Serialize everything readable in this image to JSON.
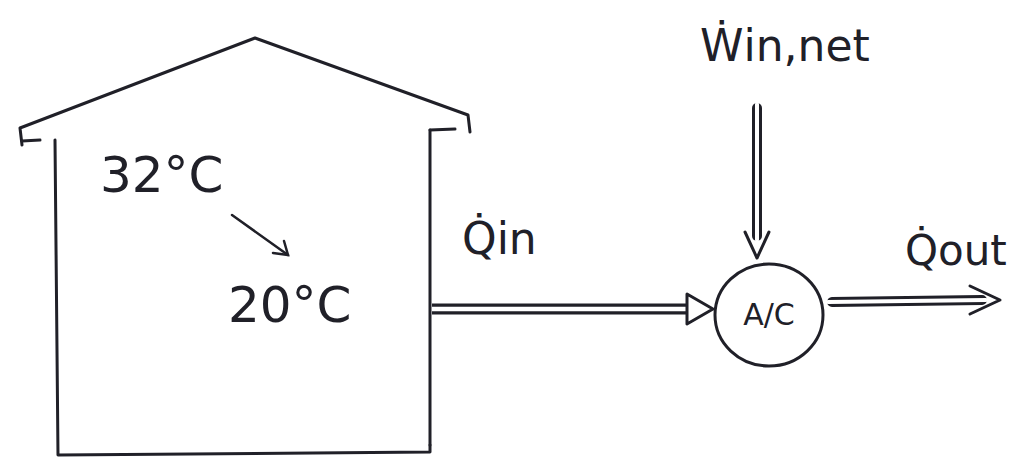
{
  "diagram": {
    "nodes": [
      {
        "text": [
          "32°C",
          "20°C"
        ]
      },
      {
        "text": [
          "A/C"
        ]
      }
    ],
    "edges": [
      {
        "from": 0,
        "to": 1,
        "label": "Q̇in",
        "arrow": "to"
      }
    ],
    "labels": [
      "Ẇin,net",
      "Q̇out"
    ]
  }
}
